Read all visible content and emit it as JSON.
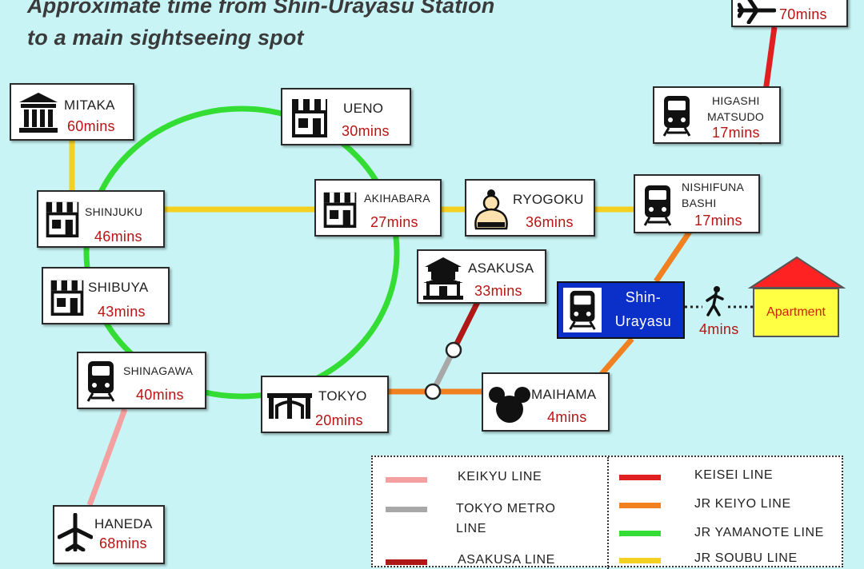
{
  "header": {
    "title_line1": "Approximate time from Shin-Urayasu Station",
    "title_line2": "to a main sightseeing spot"
  },
  "stations": {
    "mitaka": {
      "name": "MITAKA",
      "time": "60mins",
      "icon": "museum-icon"
    },
    "ueno": {
      "name": "UENO",
      "time": "30mins",
      "icon": "shop-icon"
    },
    "shinjuku": {
      "name": "SHINJUKU",
      "time": "46mins",
      "icon": "shop-icon"
    },
    "akihabara": {
      "name": "AKIHABARA",
      "time": "27mins",
      "icon": "shop-icon"
    },
    "ryogoku": {
      "name": "RYOGOKU",
      "time": "36mins",
      "icon": "sumo-wrestler-icon"
    },
    "shibuya": {
      "name": "SHIBUYA",
      "time": "43mins",
      "icon": "shop-icon"
    },
    "shinagawa": {
      "name": "SHINAGAWA",
      "time": "40mins",
      "icon": "train-icon"
    },
    "tokyo": {
      "name": "TOKYO",
      "time": "20mins",
      "icon": "station-gate-icon"
    },
    "asakusa": {
      "name": "ASAKUSA",
      "time": "33mins",
      "icon": "temple-icon"
    },
    "maihama": {
      "name": "MAIHAMA",
      "time": "4mins",
      "icon": "mouse-ears-icon"
    },
    "nishifunabashi": {
      "name_line1": "NISHIFUNA",
      "name_line2": "BASHI",
      "time": "17mins",
      "icon": "train-icon"
    },
    "higashimatsudo": {
      "name_line1": "HIGASHI",
      "name_line2": "MATSUDO",
      "time": "17mins",
      "icon": "train-icon"
    },
    "narita": {
      "time": "70mins",
      "icon": "airplane-icon"
    },
    "haneda": {
      "name": "HANEDA",
      "time": "68mins",
      "icon": "airplane-icon"
    }
  },
  "home_station": {
    "name_line1": "Shin-",
    "name_line2": "Urayasu",
    "icon": "train-icon"
  },
  "walk": {
    "time": "4mins",
    "icon": "walking-person-icon"
  },
  "apartment": {
    "label": "Apartment",
    "icon": "house-icon"
  },
  "legend": {
    "items": [
      {
        "label": "KEIKYU  LINE",
        "color": "#f4a0a0"
      },
      {
        "label_line1": "TOKYO  METRO",
        "label_line2": "LINE",
        "color": "#a8a8a8"
      },
      {
        "label": "ASAKUSA  LINE",
        "color": "#b01818"
      },
      {
        "label": "KEISEI  LINE",
        "color": "#e02020"
      },
      {
        "label": "JR KEIYO  LINE",
        "color": "#f08020"
      },
      {
        "label": "JR YAMANOTE  LINE",
        "color": "#33dd33"
      },
      {
        "label": "JR SOUBU  LINE",
        "color": "#f4d020"
      }
    ]
  },
  "colors": {
    "background": "#c8f4f6",
    "time_text": "#b81414",
    "yamanote": "#33dd33",
    "soubu": "#f4d020",
    "keiyo": "#f08020",
    "keisei": "#e02020",
    "keikyu": "#f4a0a0",
    "metro": "#a8a8a8",
    "asakusa": "#b01818"
  }
}
